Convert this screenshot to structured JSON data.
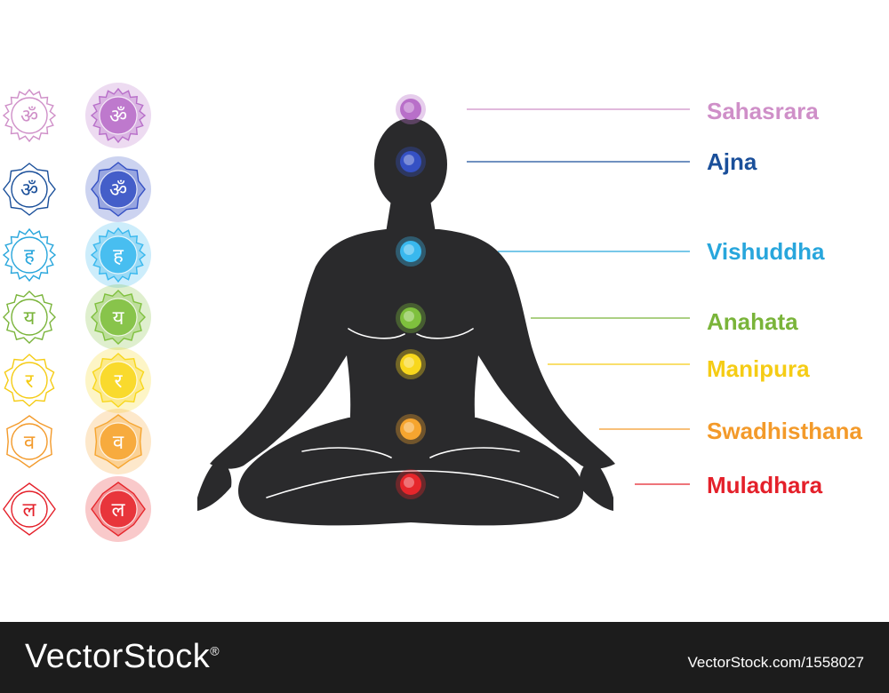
{
  "chakras": [
    {
      "name": "Sahasrara",
      "color": "#cf8fc8",
      "glyph": "ॐ",
      "glow": "#b86fc9"
    },
    {
      "name": "Ajna",
      "color": "#1a4f9a",
      "glyph": "ॐ",
      "glow": "#3551c4"
    },
    {
      "name": "Vishuddha",
      "color": "#28a6dc",
      "glyph": "ह",
      "glow": "#39b8ee"
    },
    {
      "name": "Anahata",
      "color": "#7ab43a",
      "glyph": "य",
      "glow": "#7fc03d"
    },
    {
      "name": "Manipura",
      "color": "#f5cc15",
      "glyph": "र",
      "glow": "#f8d71c"
    },
    {
      "name": "Swadhisthana",
      "color": "#f39a2a",
      "glyph": "व",
      "glow": "#f6a52f"
    },
    {
      "name": "Muladhara",
      "color": "#e4202a",
      "glyph": "ल",
      "glow": "#e6262b"
    }
  ],
  "footer": {
    "brand": "VectorStock",
    "registered": "®",
    "credit": "VectorStock.com/1558027"
  }
}
